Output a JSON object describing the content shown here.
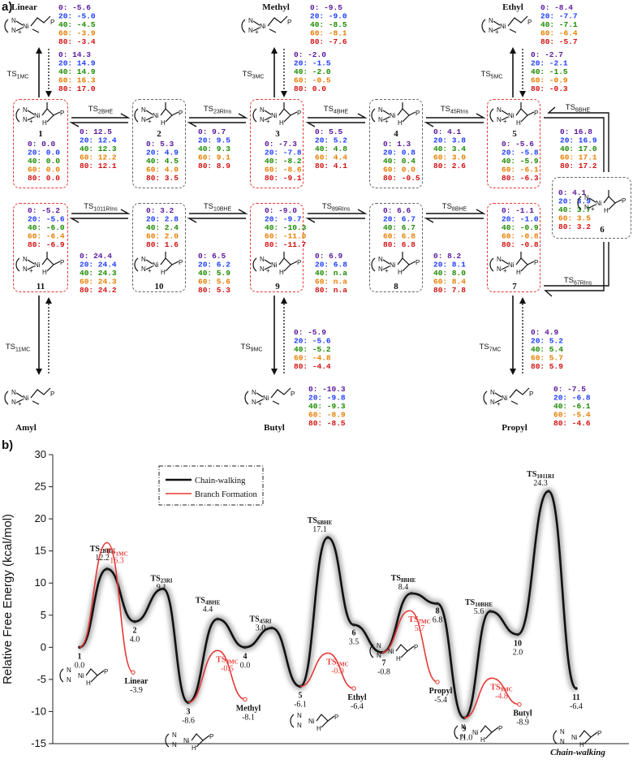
{
  "panel_a": {
    "label": "a)"
  },
  "panel_b": {
    "label": "b)"
  },
  "colors": {
    "t0": "#5a189a",
    "t20": "#1e3cff",
    "t40": "#1a8a00",
    "t60": "#e67e00",
    "t80": "#d41010",
    "red": "#e53935",
    "black": "#111111"
  },
  "temps_prefix": [
    "0:",
    "20:",
    "40:",
    "60:",
    "80:"
  ],
  "species": {
    "linear": {
      "name": "Linear",
      "energies": [
        "-5.6",
        "-5.0",
        "-4.5",
        "-3.9",
        "-3.4"
      ]
    },
    "methyl": {
      "name": "Methyl",
      "energies": [
        "-9.5",
        "-9.0",
        "-8.5",
        "-8.1",
        "-7.6"
      ]
    },
    "ethyl": {
      "name": "Ethyl",
      "energies": [
        "-8.4",
        "-7.7",
        "-7.1",
        "-6.4",
        "-5.7"
      ]
    },
    "amyl": {
      "name": "Amyl"
    },
    "butyl": {
      "name": "Butyl",
      "energies": [
        "-10.3",
        "-9.8",
        "-9.3",
        "-8.9",
        "-8.5"
      ]
    },
    "propyl": {
      "name": "Propyl",
      "energies": [
        "-7.5",
        "-6.8",
        "-6.1",
        "-5.4",
        "-4.6"
      ]
    },
    "s1": {
      "num": "1",
      "energies": [
        "0.0",
        "0.0",
        "0.0",
        "0.0",
        "0.0"
      ]
    },
    "s2": {
      "num": "2",
      "energies": [
        "5.3",
        "4.9",
        "4.5",
        "4.0",
        "3.5"
      ]
    },
    "s3": {
      "num": "3",
      "energies": [
        "-7.3",
        "-7.8",
        "-8.2",
        "-8.6",
        "-9.1"
      ]
    },
    "s4": {
      "num": "4",
      "energies": [
        "1.3",
        "0.8",
        "0.4",
        "0.0",
        "-0.5"
      ]
    },
    "s5": {
      "num": "5",
      "energies": [
        "-5.6",
        "-5.8",
        "-5.9",
        "-6.1",
        "-6.3"
      ]
    },
    "s6": {
      "num": "6",
      "energies": [
        "4.1",
        "3.9",
        "3.7",
        "3.5",
        "3.2"
      ]
    },
    "s7": {
      "num": "7",
      "energies": [
        "-1.1",
        "-1.0",
        "-0.9",
        "-0.8",
        "-0.8"
      ]
    },
    "s8": {
      "num": "8",
      "energies": [
        "6.6",
        "6.7",
        "6.7",
        "6.8",
        "6.8"
      ]
    },
    "s9": {
      "num": "9",
      "energies": [
        "-9.0",
        "-9.7",
        "-10.3",
        "-11.0",
        "-11.7"
      ]
    },
    "s10": {
      "num": "10",
      "energies": [
        "3.2",
        "2.8",
        "2.4",
        "2.0",
        "1.6"
      ]
    },
    "s11": {
      "num": "11",
      "energies": [
        "-5.2",
        "-5.6",
        "-6.0",
        "-6.4",
        "-6.9"
      ]
    }
  },
  "ts": {
    "ts1mc": {
      "label": "TS1MC",
      "energies": [
        "14.3",
        "14.9",
        "14.9",
        "16.3",
        "17.0"
      ]
    },
    "ts3mc": {
      "label": "TS3MC",
      "energies": [
        "-2.0",
        "-1.5",
        "-2.0",
        "-0.5",
        "0.0"
      ]
    },
    "ts5mc": {
      "label": "TS5MC",
      "energies": [
        "-2.7",
        "-2.1",
        "-1.5",
        "-0.9",
        "-0.3"
      ]
    },
    "ts2bhe": {
      "label": "TS2BHE",
      "energies": [
        "12.5",
        "12.4",
        "12.3",
        "12.2",
        "12.1"
      ]
    },
    "ts23rins": {
      "label": "TS23RIns",
      "energies": [
        "9.7",
        "9.5",
        "9.3",
        "9.1",
        "8.9"
      ]
    },
    "ts4bhe": {
      "label": "TS4BHE",
      "energies": [
        "5.5",
        "5.2",
        "4.8",
        "4.4",
        "4.1"
      ]
    },
    "ts45rins": {
      "label": "TS45RIns",
      "energies": [
        "4.1",
        "3.8",
        "3.4",
        "3.0",
        "2.6"
      ]
    },
    "ts6bhe": {
      "label": "TS6BHE",
      "energies": [
        "16.8",
        "16.9",
        "17.0",
        "17.1",
        "17.2"
      ]
    },
    "ts1011rins": {
      "label": "TS1011RIns",
      "energies": [
        "24.4",
        "24.4",
        "24.3",
        "24.3",
        "24.2"
      ]
    },
    "ts10bhe": {
      "label": "TS10BHE",
      "energies": [
        "6.5",
        "6.2",
        "5.9",
        "5.6",
        "5.3"
      ]
    },
    "ts89rins": {
      "label": "TS89RIns",
      "energies": [
        "6.9",
        "6.8",
        "n.a",
        "n.a",
        "n.a"
      ]
    },
    "ts8bhe": {
      "label": "TS8BHE",
      "energies": [
        "8.2",
        "8.1",
        "8.0",
        "8.4",
        "7.8"
      ]
    },
    "ts67rins": {
      "label": "TS67RIns"
    },
    "ts11mc": {
      "label": "TS11MC"
    },
    "ts9mc": {
      "label": "TS9MC",
      "energies": [
        "-5.9",
        "-5.6",
        "-5.2",
        "-4.8",
        "-4.4"
      ]
    },
    "ts7mc": {
      "label": "TS7MC",
      "energies": [
        "4.9",
        "5.2",
        "5.4",
        "5.7",
        "5.9"
      ]
    }
  },
  "chart_data": {
    "type": "line",
    "ylabel": "Relative Free Energy (kcal/mol)",
    "ylim": [
      -15,
      30
    ],
    "yticks": [
      -15,
      -10,
      -5,
      0,
      5,
      10,
      15,
      20,
      25,
      30
    ],
    "legend": {
      "placement": "top-center",
      "entries": [
        "Chain-walking",
        "Branch Formation"
      ]
    },
    "series": [
      {
        "name": "Chain-walking",
        "points": [
          {
            "label": "1",
            "value": "0.0",
            "y": 0.0
          },
          {
            "label": "TS2BHE",
            "value": "12.2",
            "y": 12.2
          },
          {
            "label": "2",
            "value": "4.0",
            "y": 4.0
          },
          {
            "label": "TS23RI",
            "value": "9.1",
            "y": 9.1
          },
          {
            "label": "3",
            "value": "-8.6",
            "y": -8.6
          },
          {
            "label": "TS4BHE",
            "value": "4.4",
            "y": 4.4
          },
          {
            "label": "4",
            "value": "0.0",
            "y": 0.0
          },
          {
            "label": "TS45RI",
            "value": "3.0",
            "y": 3.0
          },
          {
            "label": "5",
            "value": "-6.1",
            "y": -6.1
          },
          {
            "label": "TS6BHE",
            "value": "17.1",
            "y": 17.1
          },
          {
            "label": "6",
            "value": "3.5",
            "y": 3.5
          },
          {
            "label": "7",
            "value": "-0.8",
            "y": -0.8
          },
          {
            "label": "TS8BHE",
            "value": "8.4",
            "y": 8.4
          },
          {
            "label": "8",
            "value": "6.8",
            "y": 6.8
          },
          {
            "label": "9",
            "value": "-11.0",
            "y": -11.0
          },
          {
            "label": "TS10BHE",
            "value": "5.6",
            "y": 5.6
          },
          {
            "label": "10",
            "value": "2.0",
            "y": 2.0
          },
          {
            "label": "TS1011RI",
            "value": "24.3",
            "y": 24.3
          },
          {
            "label": "11",
            "value": "-6.4",
            "y": -6.4
          }
        ]
      },
      {
        "name": "Branch Formation",
        "branches": [
          {
            "from": "1",
            "ts_label": "TS1MC",
            "ts_value": "16.3",
            "ts_y": 16.3,
            "end_label": "Linear",
            "end_value": "-3.9",
            "end_y": -3.9
          },
          {
            "from": "3",
            "ts_label": "TS3MC",
            "ts_value": "-0.5",
            "ts_y": -0.5,
            "end_label": "Methyl",
            "end_value": "-8.1",
            "end_y": -8.1
          },
          {
            "from": "5",
            "ts_label": "TS5MC",
            "ts_value": "-0.9",
            "ts_y": -0.9,
            "end_label": "Ethyl",
            "end_value": "-6.4",
            "end_y": -6.4
          },
          {
            "from": "7",
            "ts_label": "TS7MC",
            "ts_value": "5.7",
            "ts_y": 5.7,
            "end_label": "Propyl",
            "end_value": "-5.4",
            "end_y": -5.4
          },
          {
            "from": "9",
            "ts_label": "TS9MC",
            "ts_value": "-4.8",
            "ts_y": -4.8,
            "end_label": "Butyl",
            "end_value": "-8.9",
            "end_y": -8.9
          }
        ]
      }
    ],
    "annotation": "Chain-walking"
  }
}
